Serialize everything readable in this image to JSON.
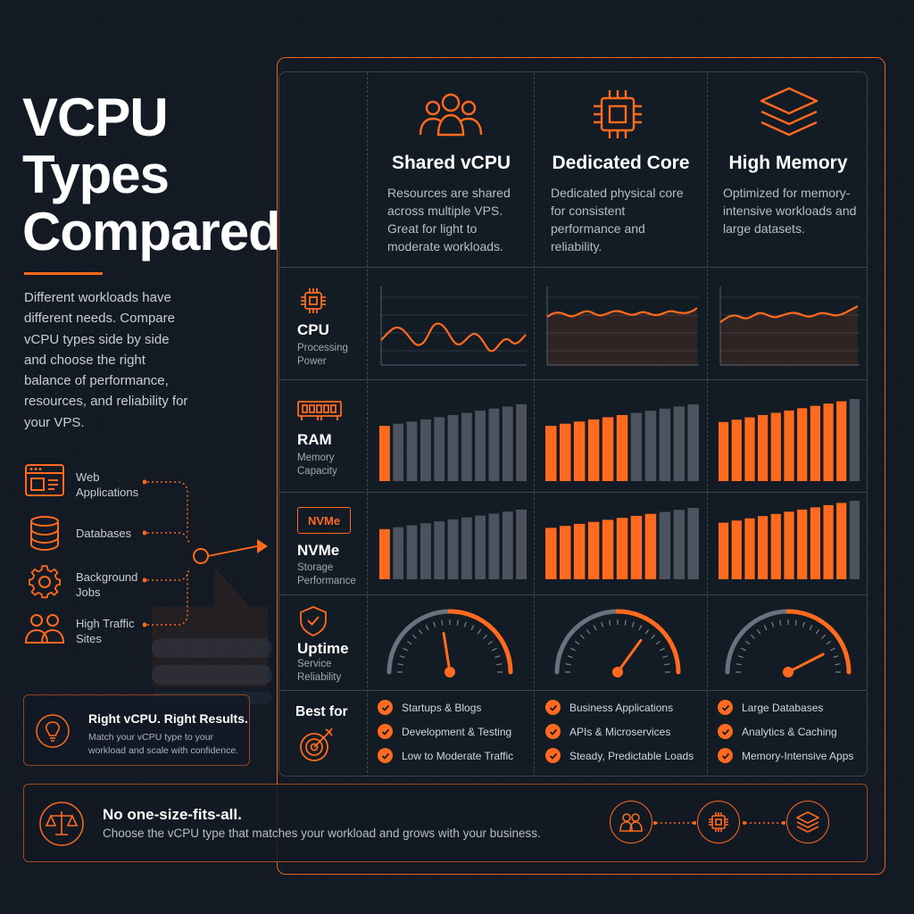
{
  "title": "VCPU Types Compared",
  "intro": "Different workloads have different needs. Compare vCPU types side by side and choose the right balance of performance, resources, and reliability for your VPS.",
  "workloads": [
    {
      "label": "Web Applications",
      "icon": "web-window-icon"
    },
    {
      "label": "Databases",
      "icon": "database-icon"
    },
    {
      "label": "Background Jobs",
      "icon": "gear-icon"
    },
    {
      "label": "High Traffic Sites",
      "icon": "users-icon"
    }
  ],
  "callout": {
    "title": "Right vCPU. Right Results.",
    "text": "Match your vCPU type to your workload and scale with confidence.",
    "icon": "lightbulb-icon"
  },
  "columns": [
    {
      "name": "Shared vCPU",
      "icon": "users-icon",
      "description": "Resources are shared across multiple VPS. Great for light to moderate workloads."
    },
    {
      "name": "Dedicated Core",
      "icon": "chip-icon",
      "description": "Dedicated physical core for consistent performance and reliability."
    },
    {
      "name": "High Memory",
      "icon": "layers-icon",
      "description": "Optimized for memory-intensive workloads and large datasets."
    }
  ],
  "rows": [
    {
      "name": "CPU",
      "sub": "Processing Power",
      "icon": "chip-icon"
    },
    {
      "name": "RAM",
      "sub": "Memory Capacity",
      "icon": "ram-module-icon"
    },
    {
      "name": "NVMe",
      "sub": "Storage Performance",
      "icon": "nvme-icon",
      "icon_text": "NVMe"
    },
    {
      "name": "Uptime",
      "sub": "Service Reliability",
      "icon": "shield-check-icon"
    },
    {
      "name": "Best for",
      "icon": "target-icon"
    }
  ],
  "ram_fill": [
    1,
    6,
    10
  ],
  "nvme_fill": [
    1,
    8,
    10
  ],
  "uptime_level": [
    0.45,
    0.7,
    0.85
  ],
  "best_for": [
    [
      "Startups & Blogs",
      "Development & Testing",
      "Low to Moderate Traffic"
    ],
    [
      "Business Applications",
      "APIs & Microservices",
      "Steady, Predictable Loads"
    ],
    [
      "Large Databases",
      "Analytics & Caching",
      "Memory-Intensive Apps"
    ]
  ],
  "banner": {
    "title": "No one-size-fits-all.",
    "text": "Choose the vCPU type that matches your workload and grows with your business.",
    "icon": "scales-icon"
  },
  "colors": {
    "accent": "#ff6a1f",
    "bar_inactive": "#4d535e",
    "background": "#131a24"
  }
}
